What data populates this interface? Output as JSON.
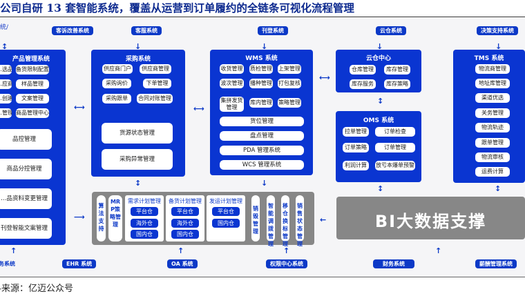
{
  "title": "公司自研 13 套智能系统，覆盖从运营到订单履约的全链条可视化流程管理",
  "cut_label": "统/",
  "top_systems": [
    "客诉改善系统",
    "客服系统",
    "刊登系统",
    "云仓系统",
    "决策支持系统"
  ],
  "bottom_systems": [
    "…务系统",
    "EHR 系统",
    "OA 系统",
    "权限中心系统",
    "财务系统",
    "薪酬管理系统"
  ],
  "product": {
    "title": "产品管理系统",
    "chips": [
      "…选品",
      "备货限制配置",
      "…应商",
      "样品管理",
      "…创建",
      "文案管理",
      "…管理",
      "商品管理中心"
    ],
    "wide": [
      "品控管理",
      "商品分控管理",
      "…品资料变更管理",
      "刊登智能文案管理"
    ]
  },
  "purchase": {
    "title": "采购系统",
    "chips": [
      "供应商门户",
      "供应商管理",
      "采购询价",
      "下单管理",
      "采购跟单",
      "合同对账管理"
    ],
    "wide": [
      "货源状态管理",
      "采购异常管理"
    ]
  },
  "wms": {
    "title": "WMS 系统",
    "chips": [
      "收货管理",
      "质检管理",
      "上架管理",
      "波次管理",
      "播种管理",
      "打包复核",
      "集拼发货管理",
      "库内管理",
      "策略管理"
    ],
    "wide": [
      "货位管理",
      "盘点管理",
      "PDA 管理系统",
      "WCS 管理系统"
    ]
  },
  "cloud": {
    "title": "云仓中心",
    "chips": [
      "仓库管理",
      "库存管理",
      "库存服务",
      "库存策略"
    ]
  },
  "oms": {
    "title": "OMS 系统",
    "chips": [
      "拉单管理",
      "订单检查",
      "订单策略",
      "订单管理",
      "利润计算",
      "放亏本爆单预警"
    ]
  },
  "tms": {
    "title": "TMS 系统",
    "chips": [
      "物流商管理",
      "地址库管理",
      "渠道优选",
      "关务管理",
      "物流轨迹",
      "跟单管理",
      "物流审核",
      "运费计算"
    ]
  },
  "planning": {
    "algo": "算法支持",
    "mrp": "MRP策略管理",
    "demand": {
      "title": "需求计划管理",
      "chips": [
        "平台仓",
        "海外仓",
        "国内仓"
      ]
    },
    "stock": {
      "title": "备货计划管理",
      "chips": [
        "平台仓",
        "海外仓",
        "国内仓"
      ]
    },
    "ship": {
      "title": "发运计划管理",
      "chips": [
        "平台仓",
        "国内仓"
      ]
    },
    "cols": [
      "销毁管理",
      "智能调拨管理",
      "移仓换标管理",
      "销售状态管理"
    ]
  },
  "bi": "BI大数据支撑",
  "source": "资料来源：亿迈公众号"
}
